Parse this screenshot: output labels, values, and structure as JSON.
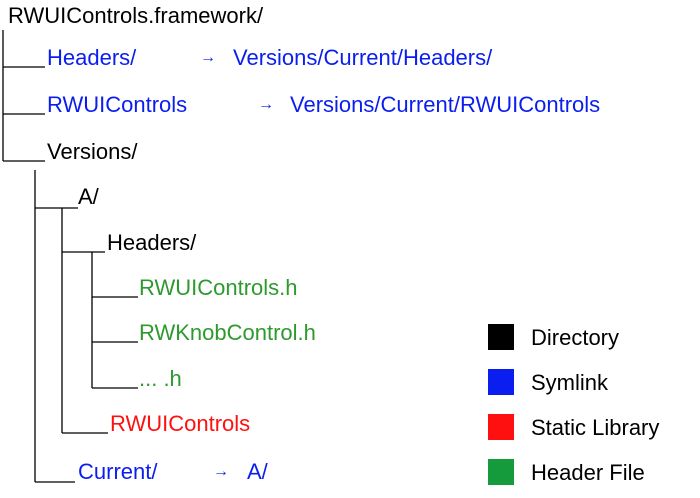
{
  "tree": {
    "root": "RWUIControls.framework/",
    "headers_link": "Headers/",
    "headers_target": "Versions/Current/Headers/",
    "binary_link": "RWUIControls",
    "binary_target": "Versions/Current/RWUIControls",
    "versions": "Versions/",
    "a_dir": "A/",
    "a_headers": "Headers/",
    "header_1": "RWUIControls.h",
    "header_2": "RWKnobControl.h",
    "header_more": "... .h",
    "static_lib": "RWUIControls",
    "current_link": "Current/",
    "current_target": "A/",
    "arrow": "→"
  },
  "legend": {
    "items": [
      {
        "label": "Directory",
        "color": "#000000"
      },
      {
        "label": "Symlink",
        "color": "#0a1ef0"
      },
      {
        "label": "Static Library",
        "color": "#ff1010"
      },
      {
        "label": "Header File",
        "color": "#159a3c"
      }
    ]
  }
}
